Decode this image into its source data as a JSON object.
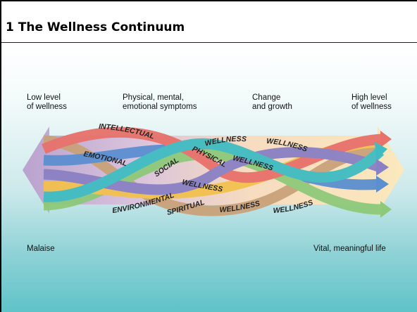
{
  "title": "1 The Wellness Continuum",
  "top_labels": {
    "low_line1": "Low level",
    "low_line2": "of wellness",
    "symptoms_line1": "Physical, mental,",
    "symptoms_line2": "emotional symptoms",
    "change_line1": "Change",
    "change_line2": "and growth",
    "high_line1": "High level",
    "high_line2": "of wellness"
  },
  "bottom_labels": {
    "left": "Malaise",
    "right": "Vital, meaningful life"
  },
  "ribbon_labels": {
    "intellectual": "INTELLECTUAL",
    "emotional": "EMOTIONAL",
    "social": "SOCIAL",
    "physical": "PHYSICAL",
    "environmental": "ENVIRONMENTAL",
    "spiritual": "SPIRITUAL",
    "wellness": "WELLNESS"
  },
  "colors": {
    "arrow_left": "#b9a3cf",
    "arrow_right": "#fbe3b0",
    "ribbon_red": "#e8716a",
    "ribbon_purple": "#8a80c4",
    "ribbon_teal": "#3fbcc2",
    "ribbon_green": "#8ec97a",
    "ribbon_orange": "#f2c14e",
    "ribbon_blue": "#5b8fd0",
    "ribbon_tan": "#c9a27a",
    "background_bottom": "#5fc3c8"
  }
}
